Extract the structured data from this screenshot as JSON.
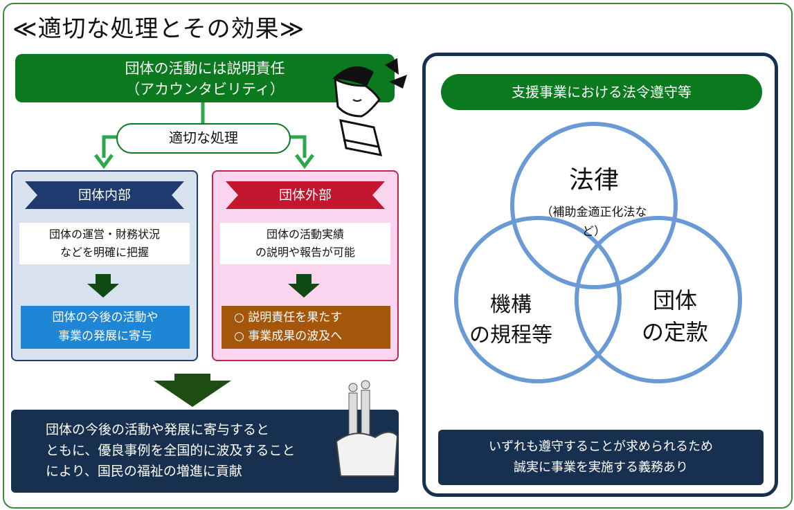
{
  "title": "≪適切な処理とその効果≫",
  "accountability": {
    "line1": "団体の活動には説明責任",
    "line2": "（アカウンタビリティ）"
  },
  "proper_processing": "適切な処理",
  "internal": {
    "header": "団体内部",
    "desc_line1": "団体の運営・財務状況",
    "desc_line2": "などを明確に把握",
    "result_line1": "団体の今後の活動や",
    "result_line2": "事業の発展に寄与"
  },
  "external": {
    "header": "団体外部",
    "desc_line1": "団体の活動実績",
    "desc_line2": "の説明や報告が可能",
    "result_line1": "○ 説明責任を果たす",
    "result_line2": "○ 事業成果の波及へ"
  },
  "conclusion": {
    "line1": "団体の今後の活動や発展に寄与すると",
    "line2": "ともに、優良事例を全国的に波及すること",
    "line3": "により、国民の福祉の増進に貢献"
  },
  "compliance": {
    "header": "支援事業における法令遵守等",
    "law": "法律",
    "law_sub_line1": "（補助金適正化法な",
    "law_sub_line2": "ど）",
    "org_rules_line1": "機構",
    "org_rules_line2": "の規程等",
    "bylaws_line1": "団体",
    "bylaws_line2": "の定款",
    "footer_line1": "いずれも遵守することが求められるため",
    "footer_line2": "誠実に事業を実施する義務あり"
  },
  "colors": {
    "green": "#0b7a1e",
    "navy": "#18304f",
    "blue": "#1f86d6",
    "brown": "#a4560b",
    "pink": "#fbd4f0",
    "circle": "#6a9ad6"
  }
}
